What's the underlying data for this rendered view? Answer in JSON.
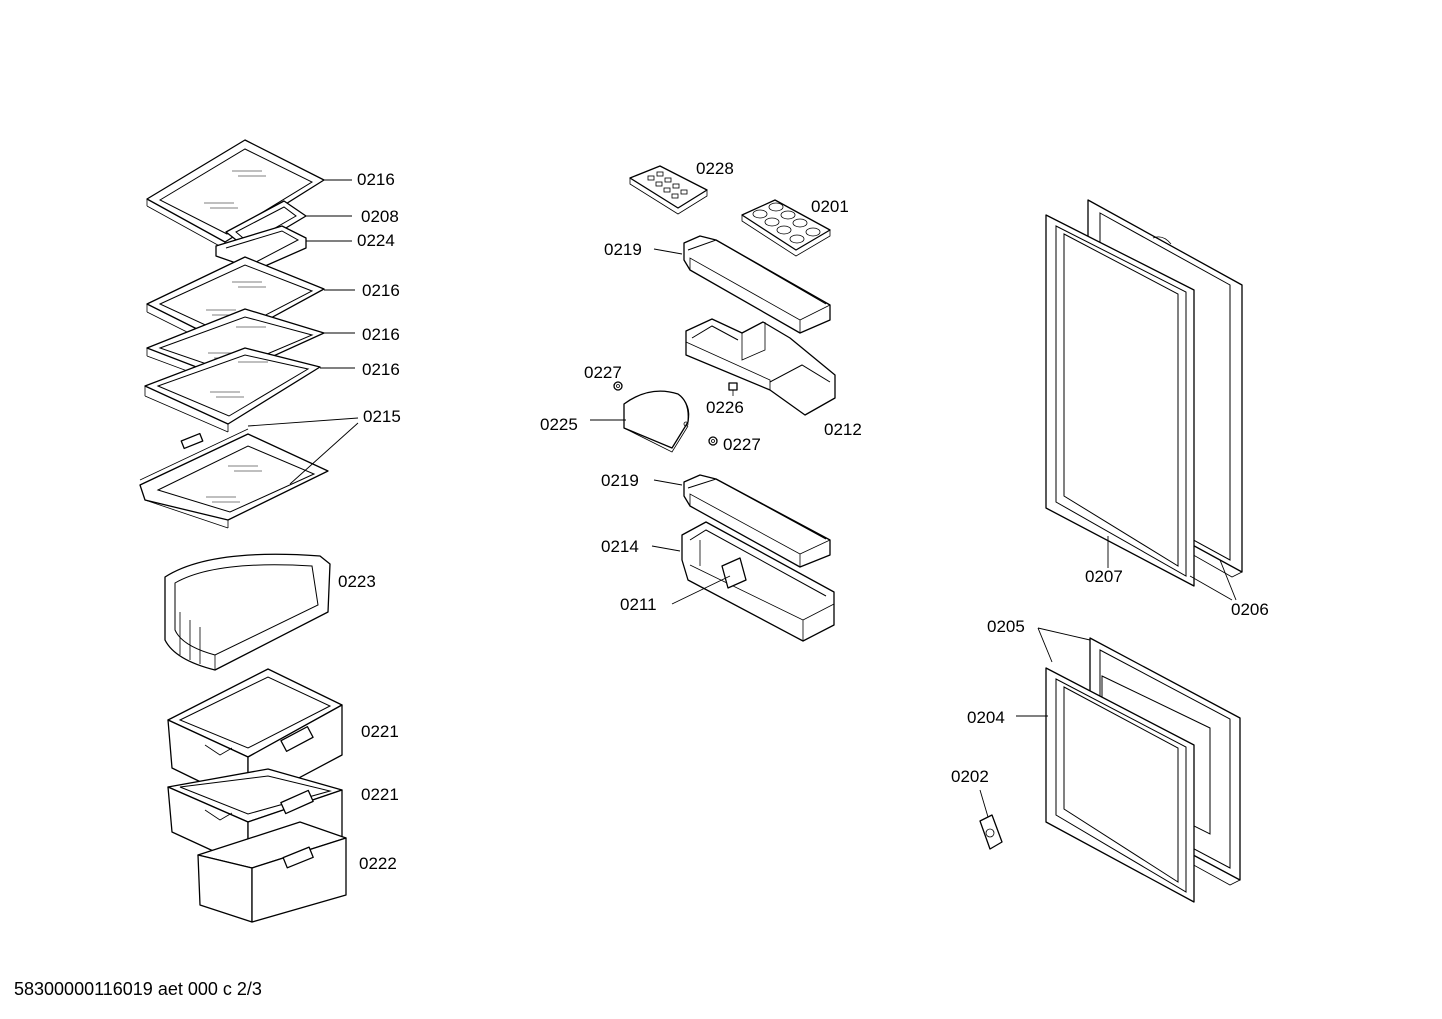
{
  "footer": {
    "code": "58300000116019 aet 000 c 2/3"
  },
  "labels": {
    "l0216a": "0216",
    "l0208": "0208",
    "l0224": "0224",
    "l0216b": "0216",
    "l0216c": "0216",
    "l0216d": "0216",
    "l0215": "0215",
    "l0223": "0223",
    "l0221a": "0221",
    "l0221b": "0221",
    "l0222": "0222",
    "l0228": "0228",
    "l0201": "0201",
    "l0219a": "0219",
    "l0227a": "0227",
    "l0226": "0226",
    "l0225": "0225",
    "l0212": "0212",
    "l0227b": "0227",
    "l0219b": "0219",
    "l0214": "0214",
    "l0211": "0211",
    "l0207": "0207",
    "l0206": "0206",
    "l0205": "0205",
    "l0204": "0204",
    "l0202": "0202"
  }
}
